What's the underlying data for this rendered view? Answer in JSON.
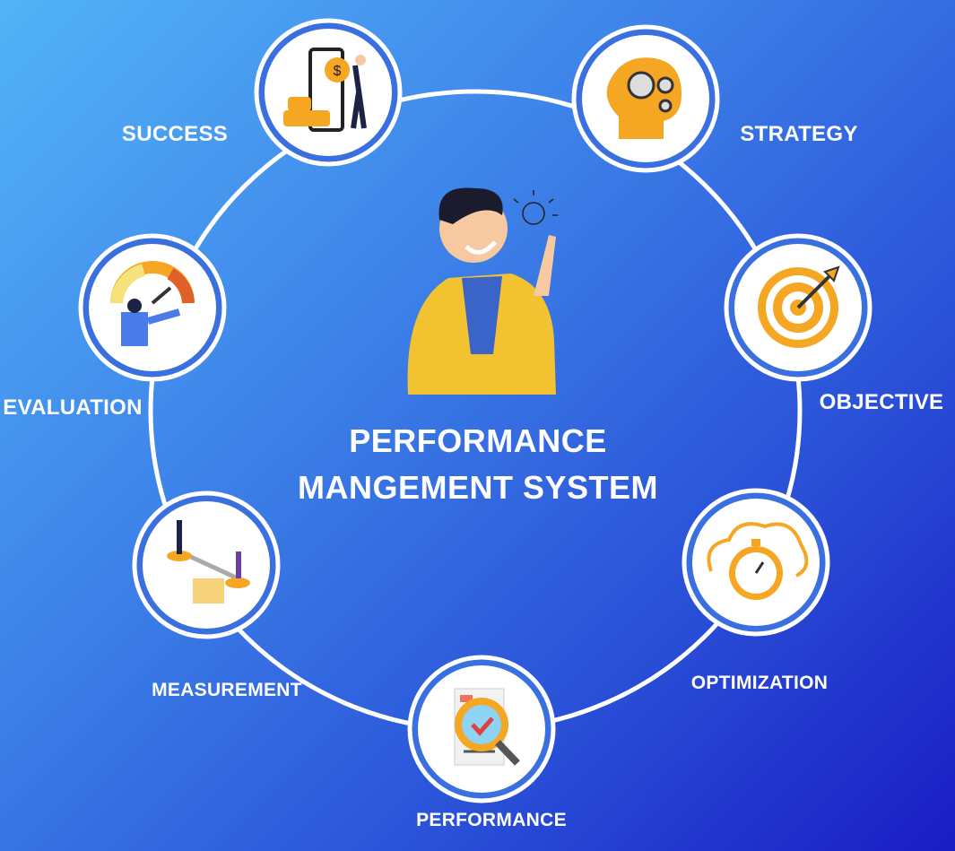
{
  "title": {
    "line1": "PERFORMANCE",
    "line2": "MANGEMENT SYSTEM"
  },
  "nodes": [
    {
      "id": "success",
      "label": "SUCCESS",
      "icon": "money-phone-icon"
    },
    {
      "id": "strategy",
      "label": "STRATEGY",
      "icon": "head-gears-icon"
    },
    {
      "id": "objective",
      "label": "OBJECTIVE",
      "icon": "target-icon"
    },
    {
      "id": "optimization",
      "label": "OPTIMIZATION",
      "icon": "cloud-stopwatch-icon"
    },
    {
      "id": "performance",
      "label": "PERFORMANCE",
      "icon": "magnifier-document-icon"
    },
    {
      "id": "measurement",
      "label": "MEASUREMENT",
      "icon": "balance-scale-icon"
    },
    {
      "id": "evaluation",
      "label": "EVALUATION",
      "icon": "gauge-icon"
    }
  ],
  "colors": {
    "accent": "#f5a623",
    "ring": "#3a6fe0",
    "white": "#ffffff"
  }
}
